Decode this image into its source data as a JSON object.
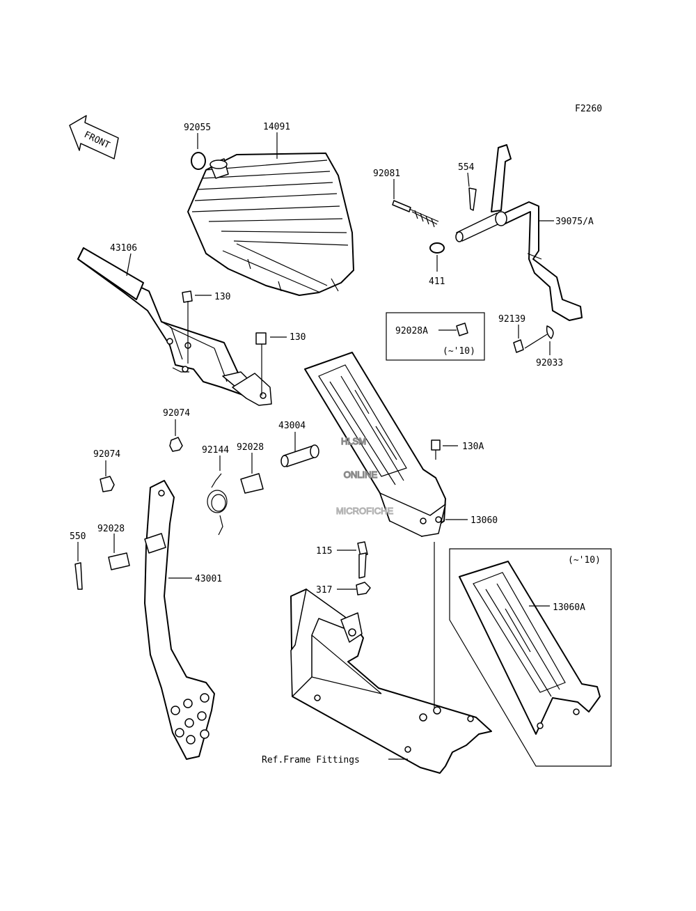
{
  "diagram_code": "F2260",
  "front_arrow_label": "FRONT",
  "watermark": {
    "line1": "HLSM",
    "line2": "ONLINE",
    "line3": "MICROFICHE"
  },
  "parts": {
    "p92055": "92055",
    "p14091": "14091",
    "p43106": "43106",
    "p130_a": "130",
    "p130_b": "130",
    "p92081": "92081",
    "p554": "554",
    "p39075A": "39075/A",
    "p411": "411",
    "p92028A": "92028A",
    "p92139": "92139",
    "p92033": "92033",
    "p92074_a": "92074",
    "p92074_b": "92074",
    "p43004": "43004",
    "p92144": "92144",
    "p92028_a": "92028",
    "p130A": "130A",
    "p13060": "13060",
    "p550": "550",
    "p92028_b": "92028",
    "p43001": "43001",
    "p115": "115",
    "p317": "317",
    "p13060A": "13060A",
    "ref_frame": "Ref.Frame Fittings"
  },
  "notes": {
    "box1_note": "(~'10)",
    "box2_note": "(~'10)"
  }
}
